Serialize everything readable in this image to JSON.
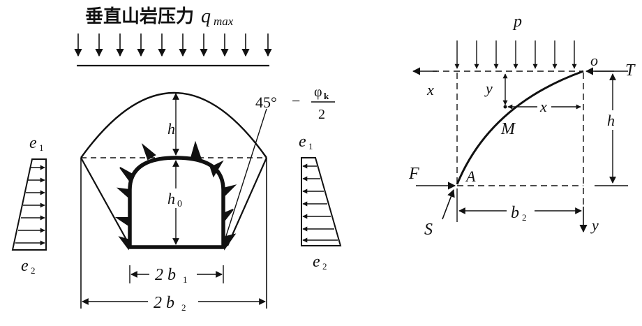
{
  "left_figure": {
    "title": "垂直山岩压力",
    "title_symbol": "q",
    "title_subscript": "max",
    "label_h": "h",
    "label_h0_main": "h",
    "label_h0_sub": "0",
    "angle_main": "45°",
    "angle_minus": "−",
    "angle_phi": "φ",
    "angle_phi_sub": "k",
    "angle_denominator": "2",
    "e1_main": "e",
    "e1_sub": "1",
    "e2_main": "e",
    "e2_sub": "2",
    "width_b1": "2 b",
    "width_b1_sub": "1",
    "width_b2": "2 b",
    "width_b2_sub": "2"
  },
  "right_figure": {
    "label_p": "p",
    "label_o": "o",
    "label_T": "T",
    "label_x_left": "x",
    "label_y_top": "y",
    "label_x_mid": "x",
    "label_M": "M",
    "label_h": "h",
    "label_F": "F",
    "label_A": "A",
    "label_S": "S",
    "label_b2": "b",
    "label_b2_sub": "2",
    "label_y_bottom": "y"
  },
  "colors": {
    "ink": "#111111",
    "paper": "#ffffff"
  }
}
